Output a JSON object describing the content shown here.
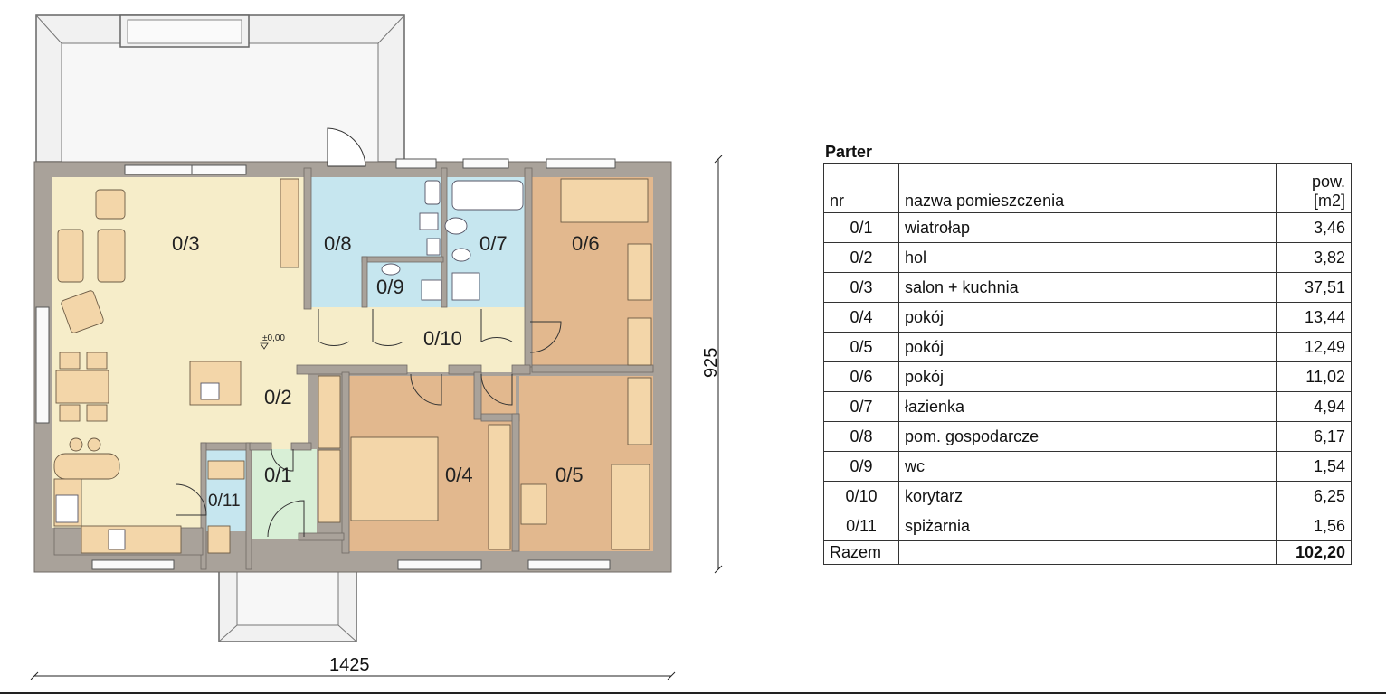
{
  "plan": {
    "rooms": [
      {
        "id": "0/1",
        "color": "#d8efd6"
      },
      {
        "id": "0/2",
        "color": "#f6edc9"
      },
      {
        "id": "0/3",
        "color": "#f6edc9"
      },
      {
        "id": "0/4",
        "color": "#e2b88e"
      },
      {
        "id": "0/5",
        "color": "#e2b88e"
      },
      {
        "id": "0/6",
        "color": "#e2b88e"
      },
      {
        "id": "0/7",
        "color": "#c6e6ef"
      },
      {
        "id": "0/8",
        "color": "#c6e6ef"
      },
      {
        "id": "0/9",
        "color": "#c6e6ef"
      },
      {
        "id": "0/10",
        "color": "#f6edc9"
      },
      {
        "id": "0/11",
        "color": "#c6e6ef"
      }
    ],
    "level_mark": "±0,00",
    "dimensions": {
      "width": "1425",
      "height": "925"
    },
    "colors": {
      "wall": "#a9a29a",
      "terrace": "#f1f1f1",
      "furniture": "#f3d6a9"
    }
  },
  "legend": {
    "title": "Parter",
    "headers": {
      "nr": "nr",
      "name": "nazwa pomieszczenia",
      "area_line1": "pow.",
      "area_line2": "[m2]"
    },
    "rows": [
      {
        "nr": "0/1",
        "name": "wiatrołap",
        "area": "3,46"
      },
      {
        "nr": "0/2",
        "name": "hol",
        "area": "3,82"
      },
      {
        "nr": "0/3",
        "name": "salon + kuchnia",
        "area": "37,51"
      },
      {
        "nr": "0/4",
        "name": "pokój",
        "area": "13,44"
      },
      {
        "nr": "0/5",
        "name": "pokój",
        "area": "12,49"
      },
      {
        "nr": "0/6",
        "name": "pokój",
        "area": "11,02"
      },
      {
        "nr": "0/7",
        "name": "łazienka",
        "area": "4,94"
      },
      {
        "nr": "0/8",
        "name": "pom. gospodarcze",
        "area": "6,17"
      },
      {
        "nr": "0/9",
        "name": "wc",
        "area": "1,54"
      },
      {
        "nr": "0/10",
        "name": "korytarz",
        "area": "6,25"
      },
      {
        "nr": "0/11",
        "name": "spiżarnia",
        "area": "1,56"
      }
    ],
    "total": {
      "label": "Razem",
      "area": "102,20"
    }
  }
}
